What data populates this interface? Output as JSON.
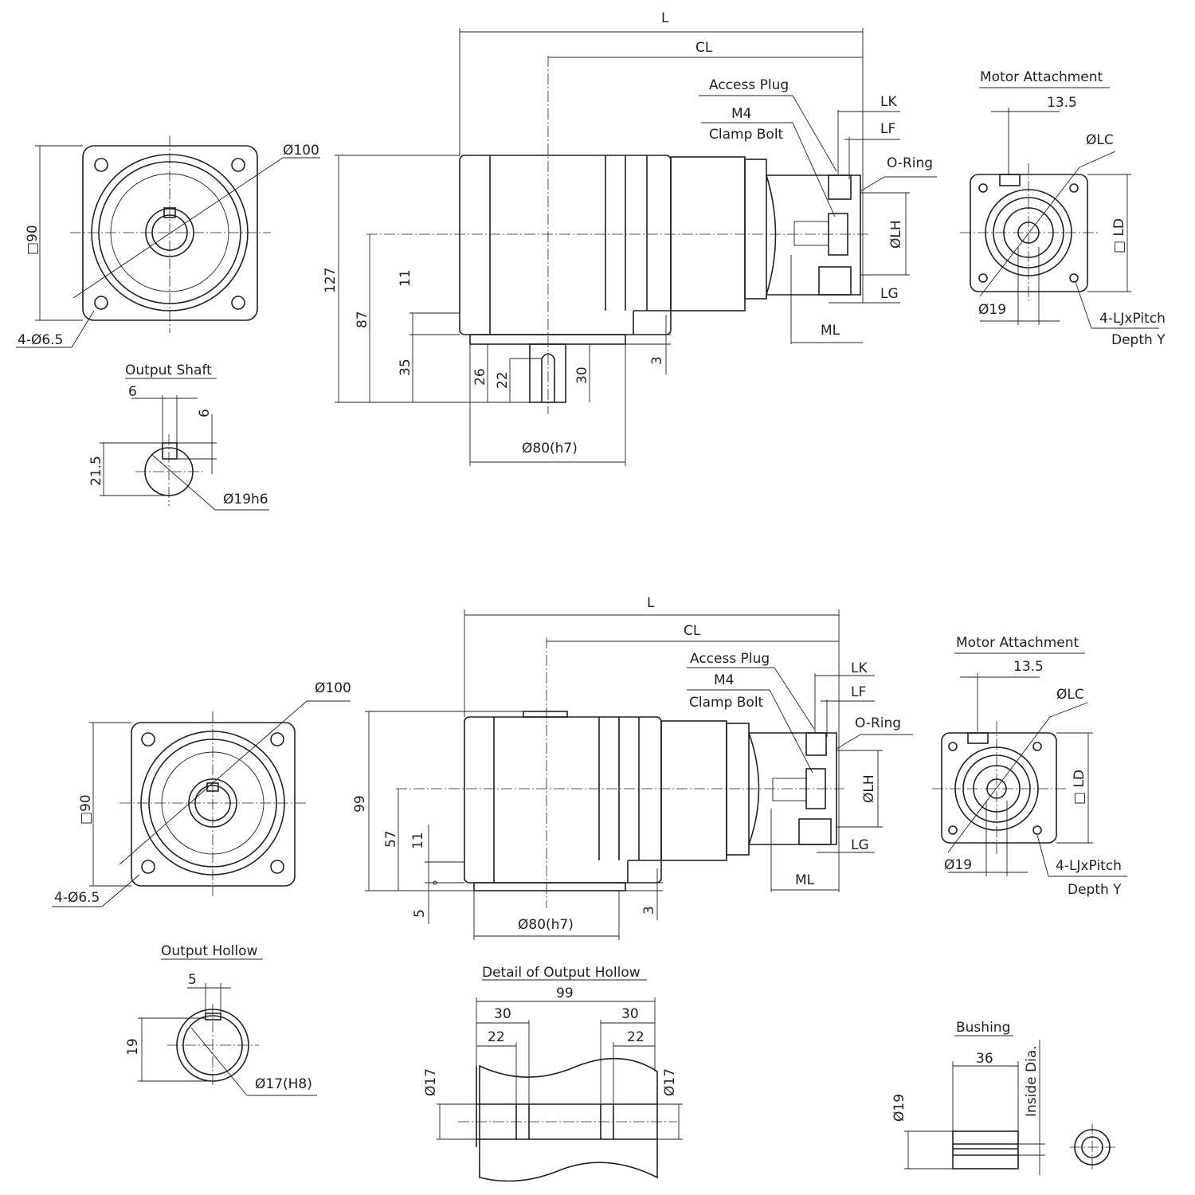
{
  "top": {
    "side": {
      "L": "L",
      "CL": "CL",
      "access_plug": "Access Plug",
      "m4": "M4",
      "clamp_bolt": "Clamp Bolt",
      "LK": "LK",
      "LF": "LF",
      "o_ring": "O-Ring",
      "LH": "ØLH",
      "LG": "LG",
      "ML": "ML",
      "h127": "127",
      "h87": "87",
      "h11": "11",
      "h35": "35",
      "h26": "26",
      "h22": "22",
      "h30": "30",
      "h3": "3",
      "d80": "Ø80(h7)"
    },
    "front": {
      "d100": "Ø100",
      "sq90": "□90",
      "holes": "4-Ø6.5"
    },
    "motor": {
      "title": "Motor Attachment",
      "d13_5": "13.5",
      "LC": "ØLC",
      "LD": "□ LD",
      "d19": "Ø19",
      "pitch": "4-LJxPitch",
      "depth": "Depth Y"
    },
    "shaft": {
      "title": "Output Shaft",
      "w6": "6",
      "h6": "6",
      "h21_5": "21.5",
      "d19h6": "Ø19h6"
    }
  },
  "bottom": {
    "side": {
      "L": "L",
      "CL": "CL",
      "access_plug": "Access Plug",
      "m4": "M4",
      "clamp_bolt": "Clamp Bolt",
      "LK": "LK",
      "LF": "LF",
      "o_ring": "O-Ring",
      "LH": "ØLH",
      "LG": "LG",
      "ML": "ML",
      "h99": "99",
      "h57": "57",
      "h11": "11",
      "h5": "5",
      "h3": "3",
      "d80": "Ø80(h7)"
    },
    "front": {
      "d100": "Ø100",
      "sq90": "□90",
      "holes": "4-Ø6.5"
    },
    "motor": {
      "title": "Motor Attachment",
      "d13_5": "13.5",
      "LC": "ØLC",
      "LD": "□ LD",
      "d19": "Ø19",
      "pitch": "4-LJxPitch",
      "depth": "Depth Y"
    },
    "hollow": {
      "title": "Output Hollow",
      "w5": "5",
      "h19": "19",
      "d17": "Ø17(H8)"
    },
    "detail": {
      "title": "Detail of Output Hollow",
      "w99": "99",
      "w30a": "30",
      "w30b": "30",
      "w22a": "22",
      "w22b": "22",
      "d17a": "Ø17",
      "d17b": "Ø17"
    },
    "bushing": {
      "title": "Bushing",
      "w36": "36",
      "inside": "Inside Dia.",
      "d19": "Ø19"
    }
  }
}
